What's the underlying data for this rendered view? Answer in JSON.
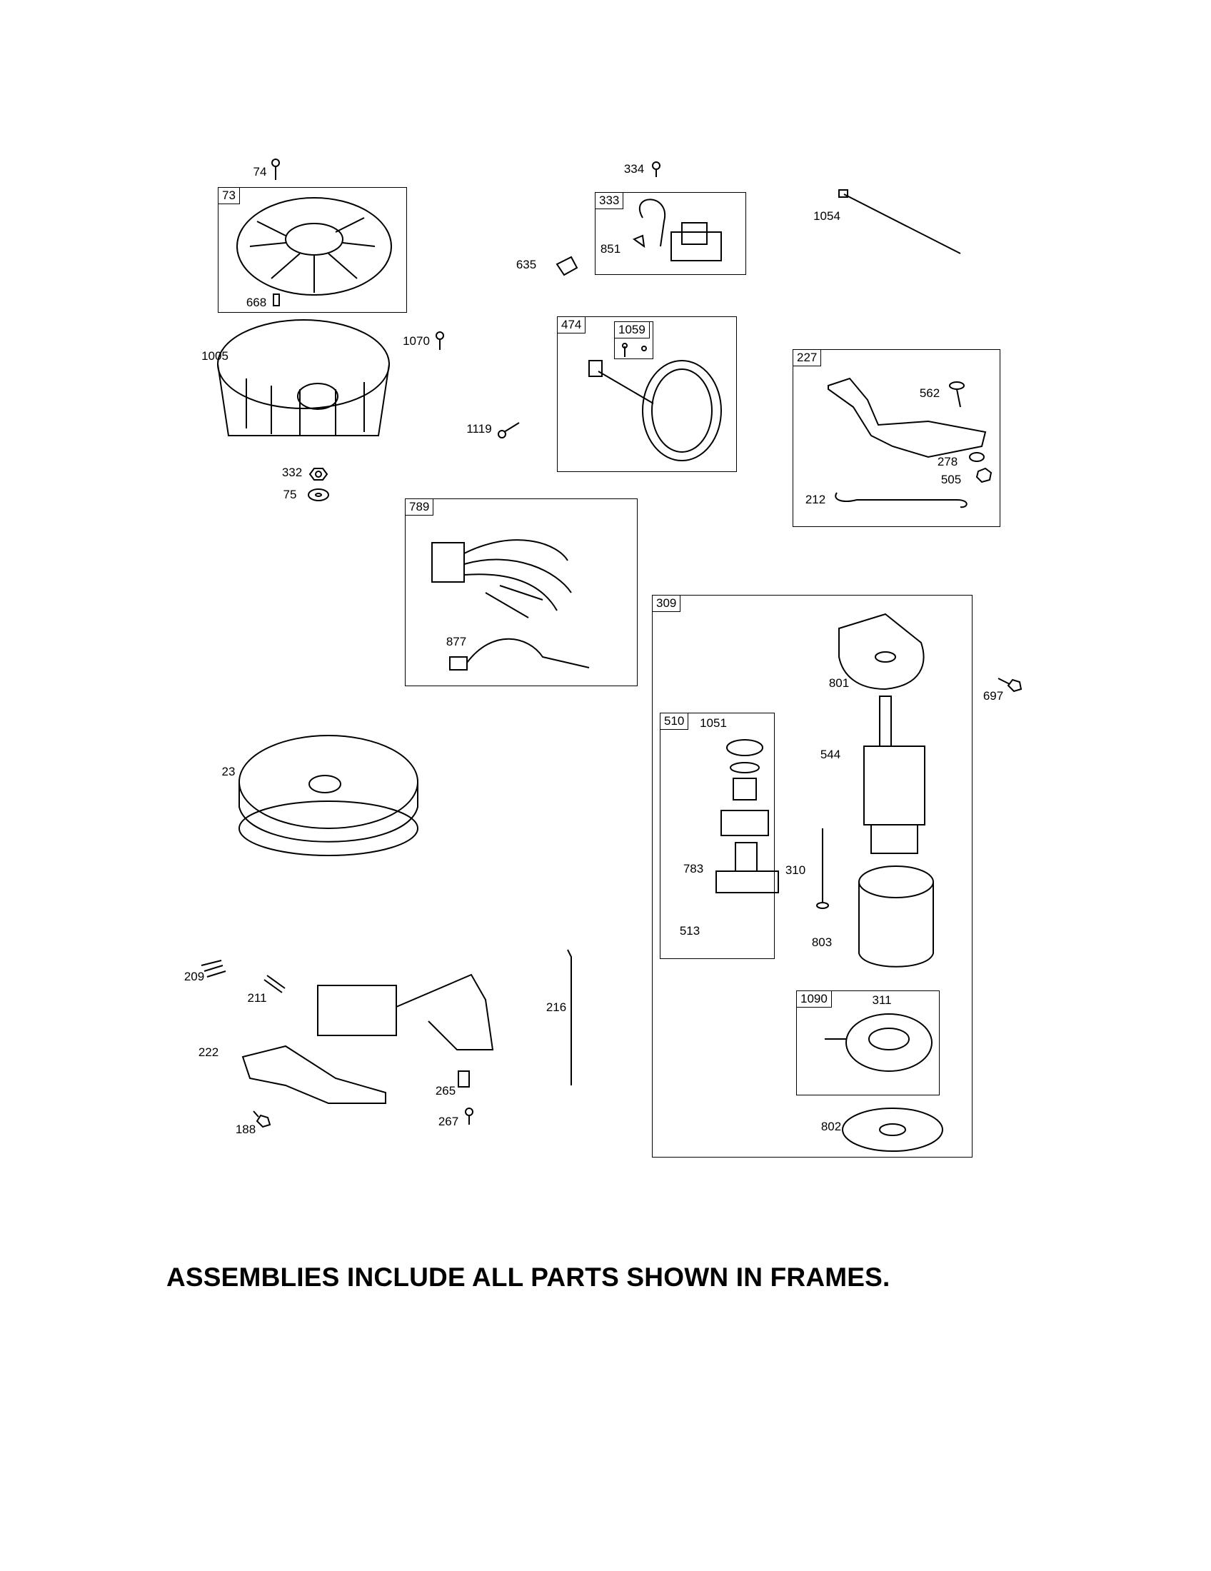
{
  "frames": {
    "f73": "73",
    "f333": "333",
    "f474": "474",
    "f1059": "1059",
    "f227": "227",
    "f789": "789",
    "f309": "309",
    "f510": "510",
    "f1090": "1090"
  },
  "callouts": {
    "c74": "74",
    "c334": "334",
    "c1054": "1054",
    "c635": "635",
    "c851": "851",
    "c668": "668",
    "c1005": "1005",
    "c1070": "1070",
    "c1119": "1119",
    "c332": "332",
    "c75": "75",
    "c562": "562",
    "c278": "278",
    "c505": "505",
    "c212": "212",
    "c877": "877",
    "c697": "697",
    "c801": "801",
    "c544": "544",
    "c1051": "1051",
    "c783": "783",
    "c310": "310",
    "c513": "513",
    "c803": "803",
    "c311": "311",
    "c802": "802",
    "c23": "23",
    "c209": "209",
    "c211": "211",
    "c222": "222",
    "c216": "216",
    "c265": "265",
    "c267": "267",
    "c188": "188"
  },
  "footer": "ASSEMBLIES INCLUDE ALL PARTS SHOWN IN FRAMES."
}
